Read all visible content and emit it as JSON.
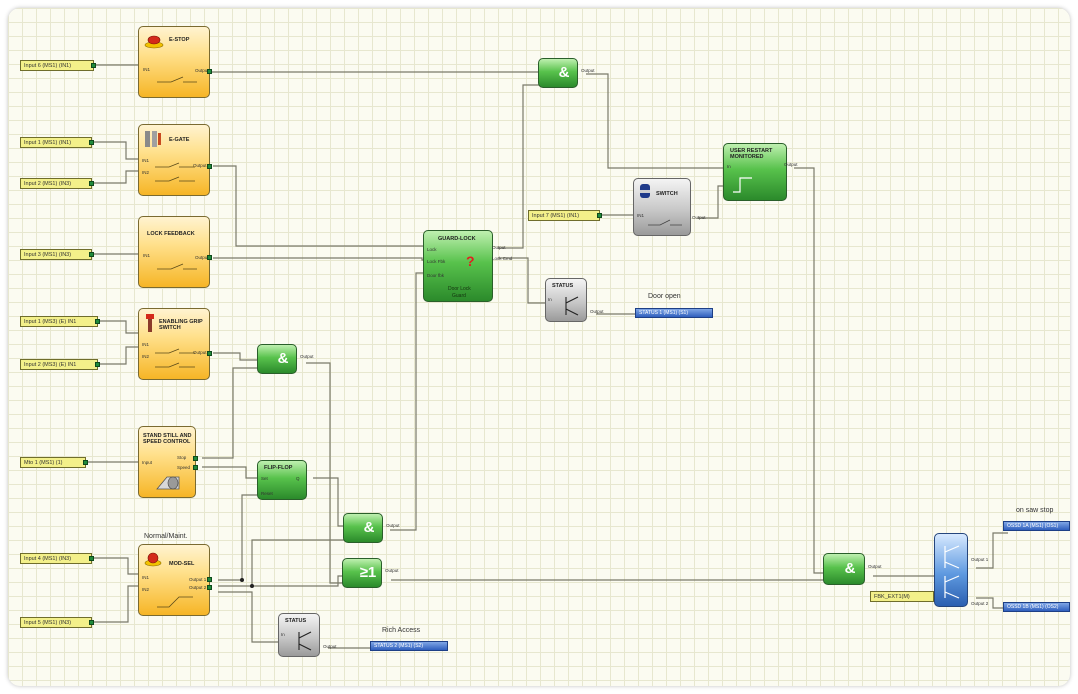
{
  "inputs": [
    {
      "id": "in_estop",
      "label": "Input 6 (MS1) (IN1)"
    },
    {
      "id": "in_egate1",
      "label": "Input 1 (MS1) (IN1)"
    },
    {
      "id": "in_egate2",
      "label": "Input 2 (MS1) (IN3)"
    },
    {
      "id": "in_lockfb",
      "label": "Input 3 (MS1) (IN3)"
    },
    {
      "id": "in_grip1",
      "label": "Input 1 (MS3) (E) IN1"
    },
    {
      "id": "in_grip2",
      "label": "Input 2 (MS3) (E) IN1"
    },
    {
      "id": "in_stand",
      "label": "Mto 1 (MS1) (1)"
    },
    {
      "id": "in_mode1",
      "label": "Input 4 (MS1) (IN3)"
    },
    {
      "id": "in_mode2",
      "label": "Input 5 (MS1) (IN3)"
    },
    {
      "id": "in_switch",
      "label": "Input 7 (MS1) (IN1)"
    },
    {
      "id": "in_fbk",
      "label": "FBK_EXT1(M)"
    }
  ],
  "blocks": {
    "estop": {
      "title": "E-STOP",
      "ports": {
        "in1": "IN1",
        "out": "Output"
      }
    },
    "egate": {
      "title": "E-GATE",
      "ports": {
        "in1": "IN1",
        "in2": "IN2",
        "out": "Output"
      }
    },
    "lockfb": {
      "title": "LOCK FEEDBACK",
      "ports": {
        "in1": "IN1",
        "out": "Output"
      }
    },
    "grip": {
      "title": "ENABLING GRIP SWITCH",
      "ports": {
        "in1": "IN1",
        "in2": "IN2",
        "out": "Output"
      }
    },
    "stand": {
      "title": "STAND STILL AND SPEED CONTROL",
      "ports": {
        "in": "Input",
        "out1": "Stop",
        "out2": "Speed"
      }
    },
    "modesel": {
      "title": "MOD-SEL",
      "above": "Normal/Maint.",
      "ports": {
        "in1": "IN1",
        "in2": "IN2",
        "out1": "Output 1",
        "out2": "Output 2"
      }
    },
    "and1": {
      "symbol": "&",
      "ports": {
        "out": "Output"
      }
    },
    "and2": {
      "symbol": "&",
      "ports": {
        "out": "Output"
      }
    },
    "and3": {
      "symbol": "&",
      "ports": {
        "out": "Output"
      }
    },
    "and4": {
      "symbol": "&",
      "ports": {
        "out": "Output"
      }
    },
    "or1": {
      "symbol": "≥1",
      "ports": {
        "out": "Output"
      }
    },
    "flipflop": {
      "title": "FLIP-FLOP",
      "ports": {
        "in1": "Set",
        "in2": "Reset",
        "out": "Q"
      }
    },
    "guardlock": {
      "title": "GUARD-LOCK",
      "symbol": "?",
      "sub": "Door Lock",
      "sub2": "Guard",
      "ports": {
        "in1": "Lock",
        "in2": "Lock Fbk",
        "in3": "Door fbk",
        "out1": "Output",
        "out2": "Lock Cmd"
      }
    },
    "switch": {
      "title": "SWITCH",
      "ports": {
        "in": "IN1",
        "out": "Output"
      }
    },
    "restart": {
      "title": "USER RESTART MONITORED",
      "ports": {
        "in": "In",
        "out": "Output"
      }
    },
    "status1": {
      "title": "STATUS",
      "ports": {
        "in": "In",
        "out": "Output"
      }
    },
    "status2": {
      "title": "STATUS",
      "ports": {
        "in": "In",
        "out": "Output"
      }
    },
    "relay": {
      "ports": {
        "out1": "Output 1",
        "out2": "Output 2"
      }
    }
  },
  "outputs": [
    {
      "id": "out_door",
      "label": "STATUS 1 (MS1) (S1)",
      "caption": "Door open"
    },
    {
      "id": "out_rich",
      "label": "STATUS 2 (MS1) (S2)",
      "caption": "Rich Access"
    },
    {
      "id": "out_oss1",
      "label": "OSSD 1A (MS1) (OS1)",
      "caption": "on saw stop"
    },
    {
      "id": "out_oss2",
      "label": "OSSD 1B (MS1) (OS2)",
      "caption": ""
    }
  ],
  "colors": {
    "canvas_bg": "#fbfbf1",
    "grid": "#e7e7cf",
    "wire": "#7a7a6a",
    "input_tag": "#f3f08a",
    "output_tag": "#2f5fbd",
    "orange_block": "#f6b526",
    "green_block": "#2b8a2b",
    "gray_block": "#9a9a9a",
    "blue_block": "#2b5fb0"
  }
}
